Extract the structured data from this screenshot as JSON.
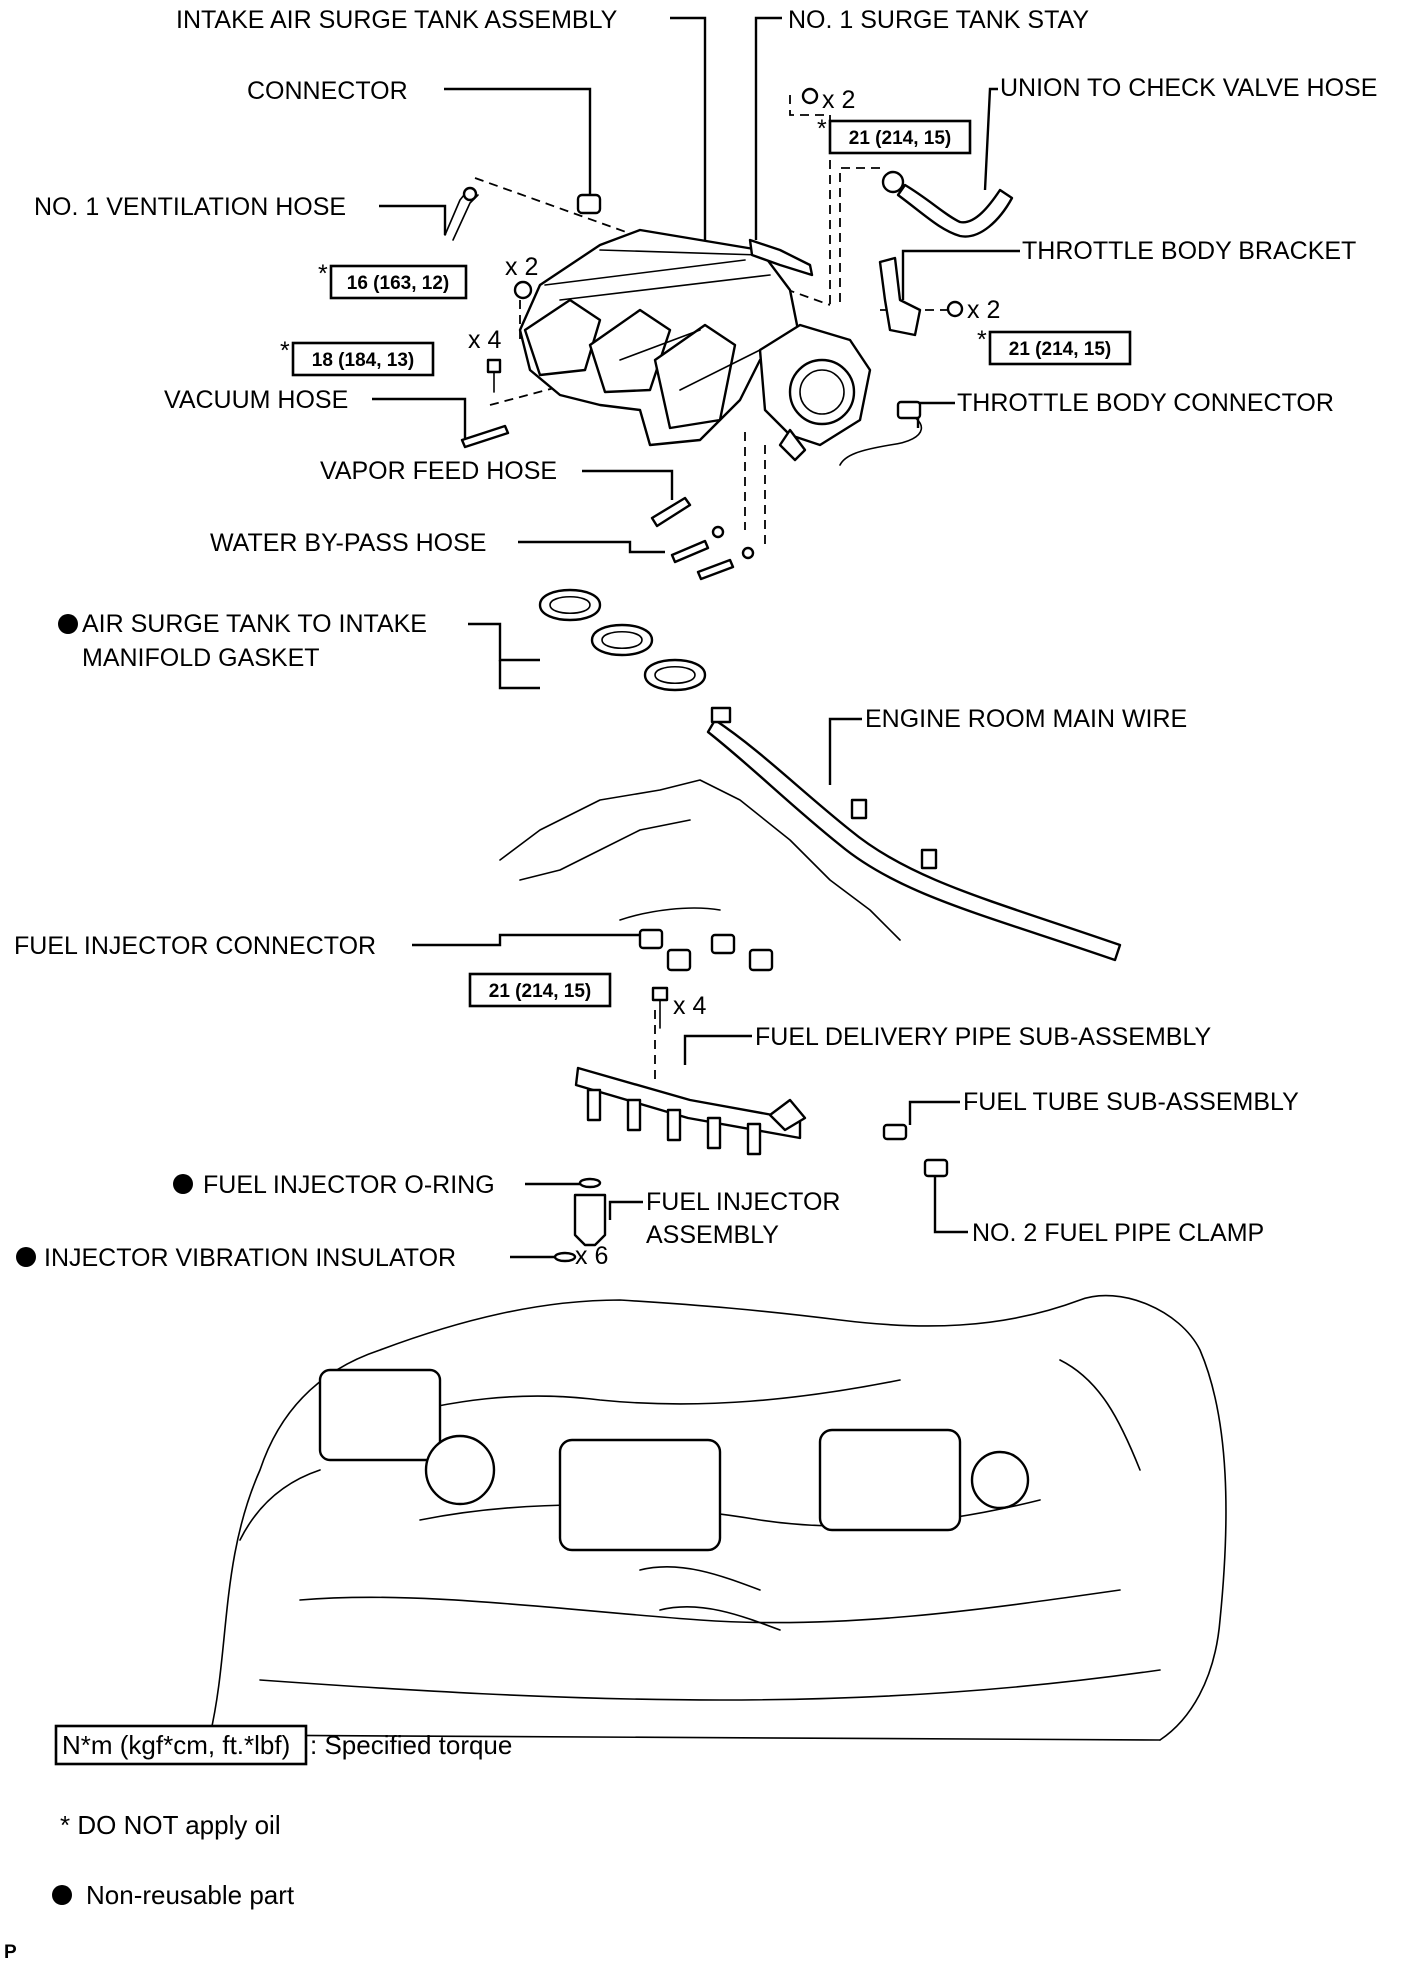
{
  "labels": {
    "intake_air_surge_tank_assembly": "INTAKE AIR SURGE TANK ASSEMBLY",
    "no1_surge_tank_stay": "NO. 1 SURGE TANK STAY",
    "connector": "CONNECTOR",
    "union_to_check_valve_hose": "UNION TO CHECK VALVE HOSE",
    "no1_ventilation_hose": "NO. 1 VENTILATION HOSE",
    "throttle_body_bracket": "THROTTLE BODY BRACKET",
    "vacuum_hose": "VACUUM HOSE",
    "throttle_body_connector": "THROTTLE BODY CONNECTOR",
    "vapor_feed_hose": "VAPOR FEED HOSE",
    "water_bypass_hose": "WATER BY-PASS HOSE",
    "gasket_line1": "AIR SURGE TANK TO INTAKE",
    "gasket_line2": "MANIFOLD GASKET",
    "engine_room_main_wire": "ENGINE ROOM MAIN WIRE",
    "fuel_injector_connector": "FUEL INJECTOR CONNECTOR",
    "fuel_delivery_pipe": "FUEL DELIVERY PIPE SUB-ASSEMBLY",
    "fuel_tube": "FUEL TUBE SUB-ASSEMBLY",
    "fuel_injector_oring": "FUEL INJECTOR O-RING",
    "fuel_injector_assembly_line1": "FUEL INJECTOR",
    "fuel_injector_assembly_line2": "ASSEMBLY",
    "no2_fuel_pipe_clamp": "NO. 2 FUEL PIPE CLAMP",
    "injector_vibration_insulator": "INJECTOR VIBRATION INSULATOR"
  },
  "torques": {
    "surge_stay": "21 (214, 15)",
    "surge_tank_left": "16 (163, 12)",
    "surge_tank_bolts": "18 (184, 13)",
    "throttle_bracket": "21 (214, 15)",
    "delivery_pipe": "21 (214, 15)"
  },
  "quantities": {
    "stay_bolts": "x 2",
    "left_nuts": "x 2",
    "surge_bolts": "x 4",
    "bracket_bolts": "x 2",
    "pipe_bolts": "x 4",
    "insulator": "x 6"
  },
  "marks": {
    "asterisk": "*"
  },
  "legend": {
    "torque_unit": "N*m (kgf*cm, ft.*lbf)",
    "torque_text": ": Specified torque",
    "no_oil": "* DO NOT apply oil",
    "non_reusable": "Non-reusable part"
  },
  "corner_code": "P"
}
